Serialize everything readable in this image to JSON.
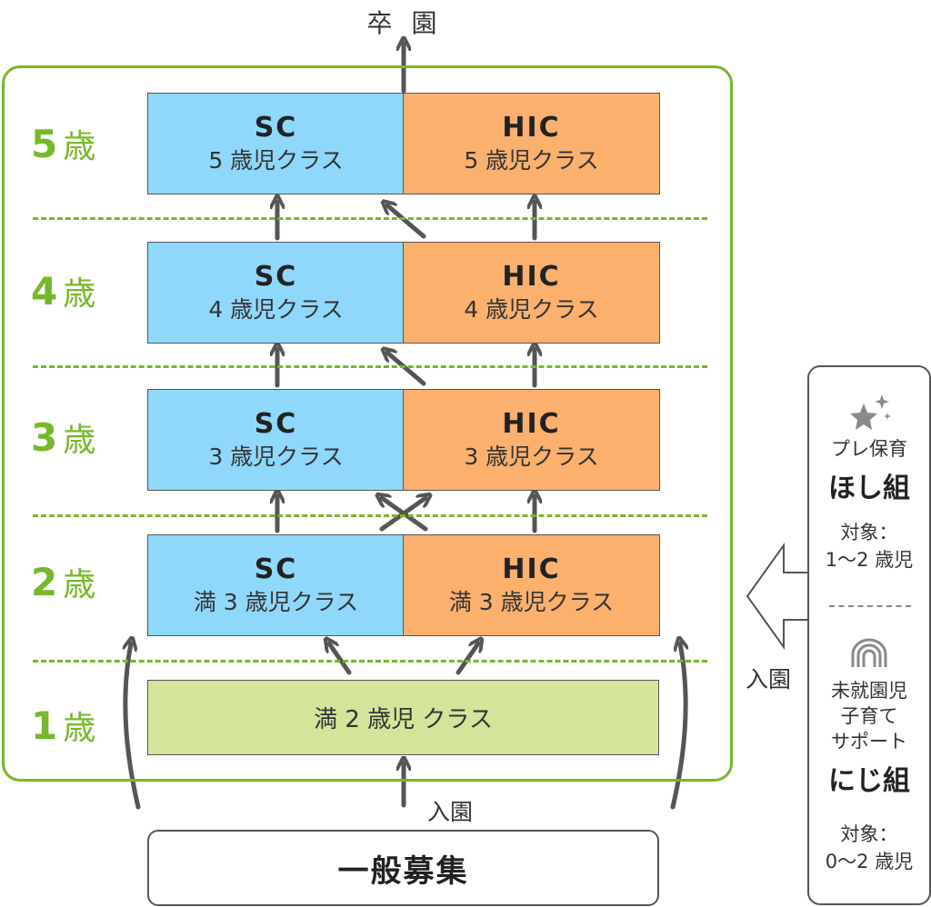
{
  "graduation": "卒 園",
  "ages": [
    {
      "num": "5",
      "unit": "歳"
    },
    {
      "num": "4",
      "unit": "歳"
    },
    {
      "num": "3",
      "unit": "歳"
    },
    {
      "num": "2",
      "unit": "歳"
    },
    {
      "num": "1",
      "unit": "歳"
    }
  ],
  "rows": [
    {
      "sc": {
        "code": "SC",
        "name": "5 歳児クラス"
      },
      "hic": {
        "code": "HIC",
        "name": "5 歳児クラス"
      }
    },
    {
      "sc": {
        "code": "SC",
        "name": "4 歳児クラス"
      },
      "hic": {
        "code": "HIC",
        "name": "4 歳児クラス"
      }
    },
    {
      "sc": {
        "code": "SC",
        "name": "3 歳児クラス"
      },
      "hic": {
        "code": "HIC",
        "name": "3 歳児クラス"
      }
    },
    {
      "sc": {
        "code": "SC",
        "name": "満 3 歳児クラス"
      },
      "hic": {
        "code": "HIC",
        "name": "満 3 歳児クラス"
      }
    }
  ],
  "one_year_class": "満 2 歳児 クラス",
  "general_recruitment": "一般募集",
  "enroll_bottom": "入園",
  "enroll_side": "入園",
  "side_panel": {
    "pre_icon": "sparkle-star-icon",
    "pre_label": "プレ保育",
    "pre_group": "ほし組",
    "pre_target_label": "対象：",
    "pre_target_range": "1〜2 歳児",
    "support_icon": "rainbow-icon",
    "support_lines": [
      "未就園児",
      "子育て",
      "サポート"
    ],
    "support_group": "にじ組",
    "support_target_label": "対象：",
    "support_target_range": "0〜2 歳児"
  },
  "colors": {
    "green": "#76b82a",
    "sc": "#8fd8fc",
    "hic": "#fbb06e",
    "one_year": "#d3e59a",
    "arrow": "#555555"
  }
}
